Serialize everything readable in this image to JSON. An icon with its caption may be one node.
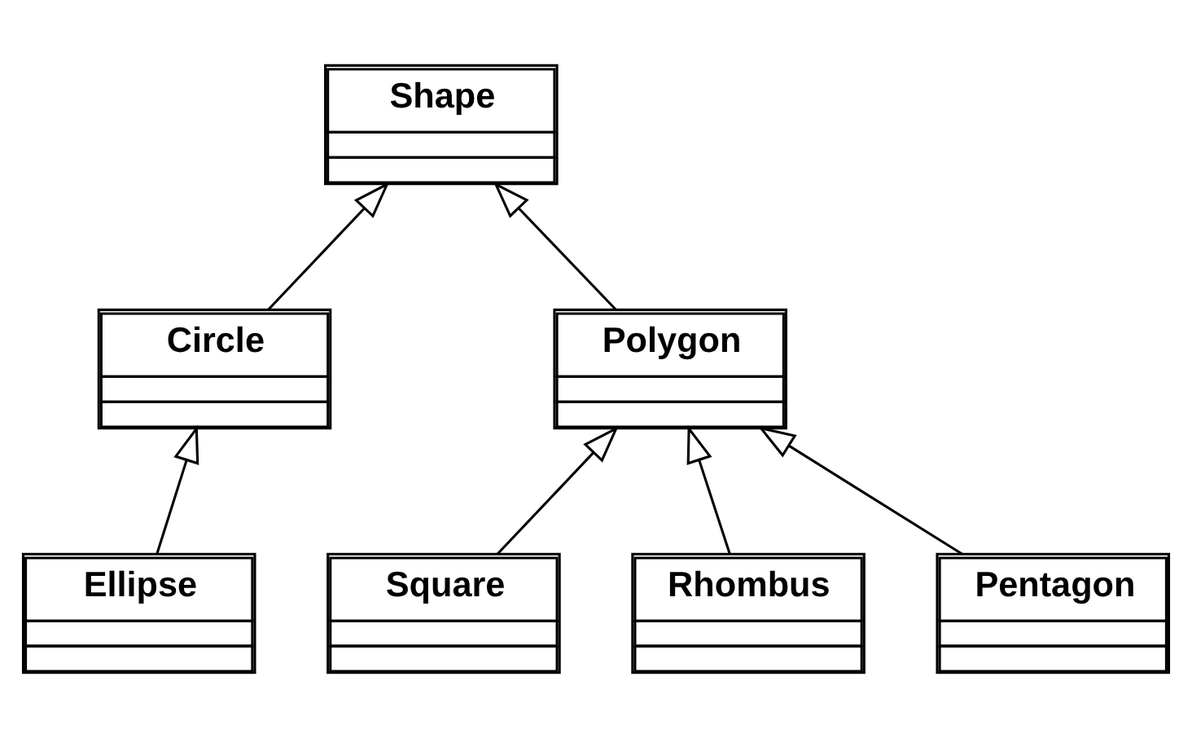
{
  "diagram": {
    "nodes": [
      {
        "text": [
          "Shape"
        ]
      },
      {
        "text": [
          "Circle"
        ]
      },
      {
        "text": [
          "Polygon"
        ]
      },
      {
        "text": [
          "Ellipse"
        ]
      },
      {
        "text": [
          "Square"
        ]
      },
      {
        "text": [
          "Rhombus"
        ]
      },
      {
        "text": [
          "Pentagon"
        ]
      }
    ],
    "edges": [
      {
        "from": 1,
        "to": 0,
        "arrow": "to"
      },
      {
        "from": 2,
        "to": 0,
        "arrow": "to"
      },
      {
        "from": 3,
        "to": 1,
        "arrow": "to"
      },
      {
        "from": 4,
        "to": 2,
        "arrow": "to"
      },
      {
        "from": 5,
        "to": 2,
        "arrow": "to"
      },
      {
        "from": 6,
        "to": 2,
        "arrow": "to"
      }
    ]
  }
}
